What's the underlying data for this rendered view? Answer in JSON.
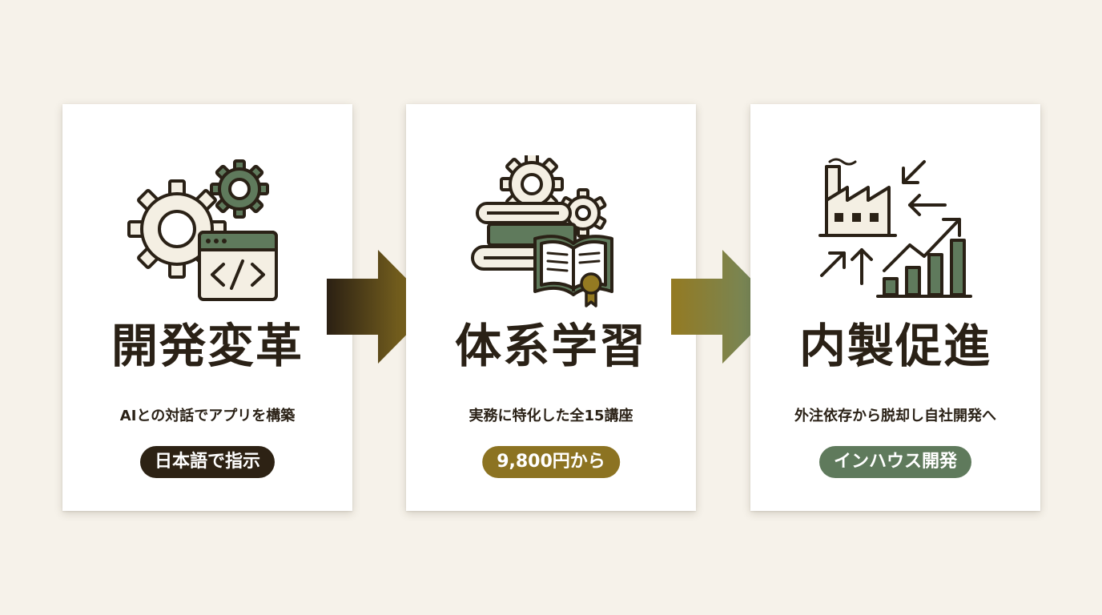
{
  "cards": [
    {
      "title": "開発変革",
      "description": "AIとの対話でアプリを構築",
      "badge": "日本語で指示",
      "icon": "gears-code-window-icon",
      "badge_color": "#2d2214"
    },
    {
      "title": "体系学習",
      "description": "実務に特化した全15講座",
      "badge": "9,800円から",
      "icon": "books-gears-certificate-icon",
      "badge_color": "#8c7322"
    },
    {
      "title": "内製促進",
      "description": "外注依存から脱却し自社開発へ",
      "badge": "インハウス開発",
      "icon": "factory-growth-chart-icon",
      "badge_color": "#5f7a5c"
    }
  ],
  "colors": {
    "background": "#f6f2ea",
    "ink": "#2a2116",
    "olive": "#8c7322",
    "sage": "#5f7a5c",
    "cream": "#f4efe3"
  }
}
